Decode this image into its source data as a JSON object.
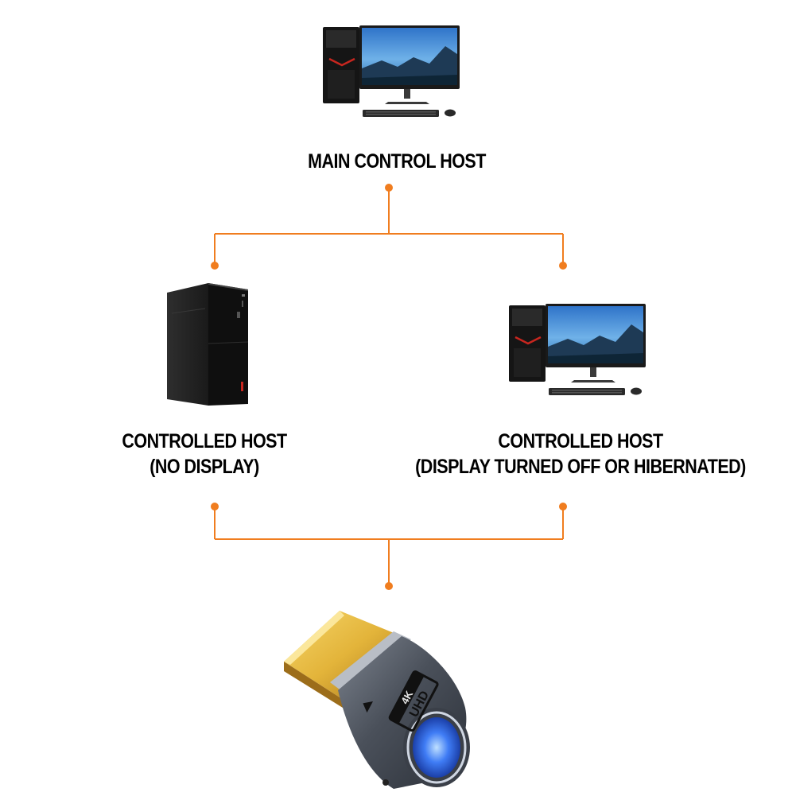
{
  "nodes": {
    "main_host": {
      "label": "MAIN CONTROL HOST"
    },
    "controlled_no_display": {
      "line1": "CONTROLLED HOST",
      "line2": "(NO DISPLAY)"
    },
    "controlled_display_off": {
      "line1": "CONTROLLED HOST",
      "line2": "(DISPLAY TURNED OFF OR HIBERNATED)"
    },
    "adapter": {
      "text_4k": "4K",
      "text_uhd": "UHD"
    }
  },
  "colors": {
    "connector": "#f07d1f",
    "screen_sky": "#3b8ad8",
    "tower": "#151515",
    "accent_red": "#c8261f",
    "gold": "#e3b43a",
    "led": "#3f7cf5",
    "adapter_body": "#4a505a"
  },
  "icons": [
    "desktop-computer-icon",
    "tower-pc-icon",
    "hdmi-dummy-plug-icon"
  ]
}
